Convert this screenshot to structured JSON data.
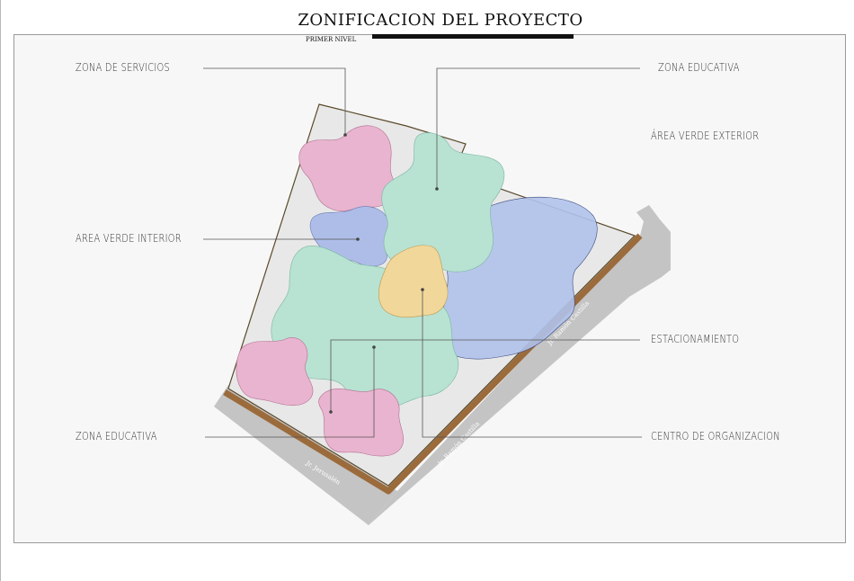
{
  "title": "ZONIFICACION DEL PROYECTO",
  "subtitle": "PRIMER NIVEL",
  "labels": {
    "zona_servicios": "ZONA DE SERVICIOS",
    "zona_educativa_top": "ZONA EDUCATIVA",
    "area_verde_exterior": "ÁREA VERDE EXTERIOR",
    "area_verde_interior": "AREA VERDE INTERIOR",
    "estacionamiento": "ESTACIONAMIENTO",
    "zona_educativa_bottom": "ZONA EDUCATIVA",
    "centro_organizacion": "CENTRO DE ORGANIZACION"
  },
  "streets": {
    "jerusalen": "Jr. Jerusalén",
    "ramon_castilla_1": "Jr. Ramón Castilla",
    "ramon_castilla_2": "Jr. Ramón Castilla"
  },
  "colors": {
    "servicios": "#e9b4cf",
    "educativa": "#b8e2d2",
    "area_verde_interior": "#aebde8",
    "estacionamiento": "#b0c2ea",
    "centro_organizacion": "#f1d79a",
    "plot": "#e8e8e8",
    "border": "#9b6b3c",
    "street": "#c4c4c4"
  }
}
